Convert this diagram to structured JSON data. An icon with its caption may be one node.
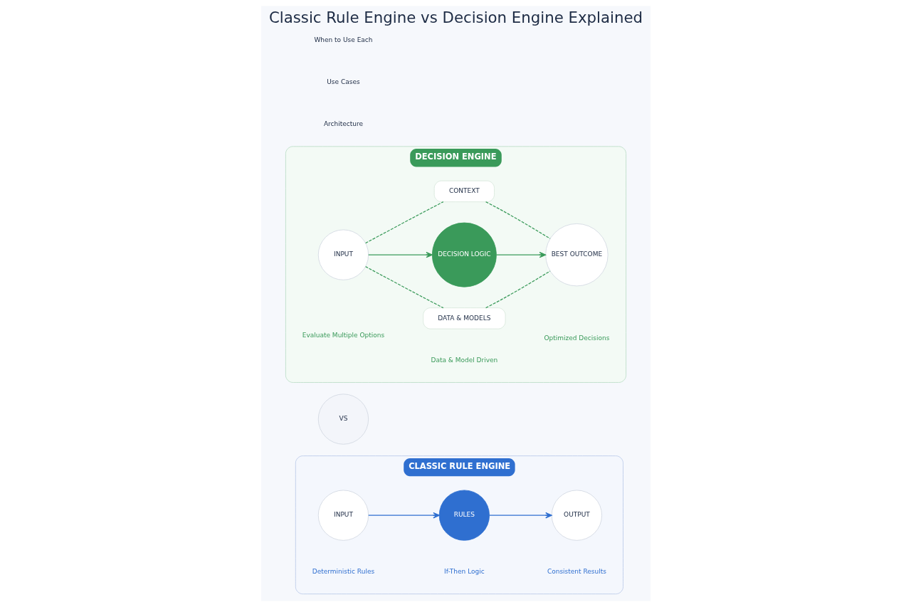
{
  "diagram": {
    "title": "Classic Rule Engine vs Decision Engine Explained",
    "nodes": [
      {
        "text": [
          "CLASSIC RULE ENGINE"
        ]
      },
      {
        "text": [
          "INPUT"
        ],
        "in": 0
      },
      {
        "text": [
          "RULES"
        ],
        "in": 0
      },
      {
        "text": [
          "OUTPUT"
        ],
        "in": 0
      },
      {
        "text": [
          "VS"
        ]
      },
      {
        "text": [
          "DECISION ENGINE"
        ]
      },
      {
        "text": [
          "DATA & MODELS"
        ],
        "in": 5
      },
      {
        "text": [
          "INPUT"
        ],
        "in": 5
      },
      {
        "text": [
          "DECISION LOGIC"
        ],
        "in": 5
      },
      {
        "text": [
          "BEST OUTCOME"
        ],
        "in": 5
      },
      {
        "text": [
          "CONTEXT"
        ],
        "in": 5
      }
    ],
    "edges": [
      {
        "from": 1,
        "to": 2,
        "arrow": "to",
        "color": "#2f6fd0"
      },
      {
        "from": 2,
        "to": 3,
        "arrow": "to",
        "color": "#2f6fd0"
      },
      {
        "from": 7,
        "to": 8,
        "arrow": "to"
      },
      {
        "from": 8,
        "to": 9,
        "arrow": "to"
      },
      {
        "from": 7,
        "to": 6,
        "arrow": "none",
        "style": "dashed"
      },
      {
        "from": 6,
        "to": 9,
        "arrow": "none",
        "style": "dashed"
      },
      {
        "from": 7,
        "to": 10,
        "arrow": "none",
        "style": "dashed"
      },
      {
        "from": 10,
        "to": 9,
        "arrow": "none",
        "style": "dashed"
      }
    ],
    "labels": [
      "Architecture",
      "Use Cases",
      "When to Use Each",
      "Deterministic Rules",
      "If-Then Logic",
      "Consistent Results",
      "Evaluate Multiple Options",
      "Data & Model Driven",
      "Optimized Decisions"
    ]
  }
}
